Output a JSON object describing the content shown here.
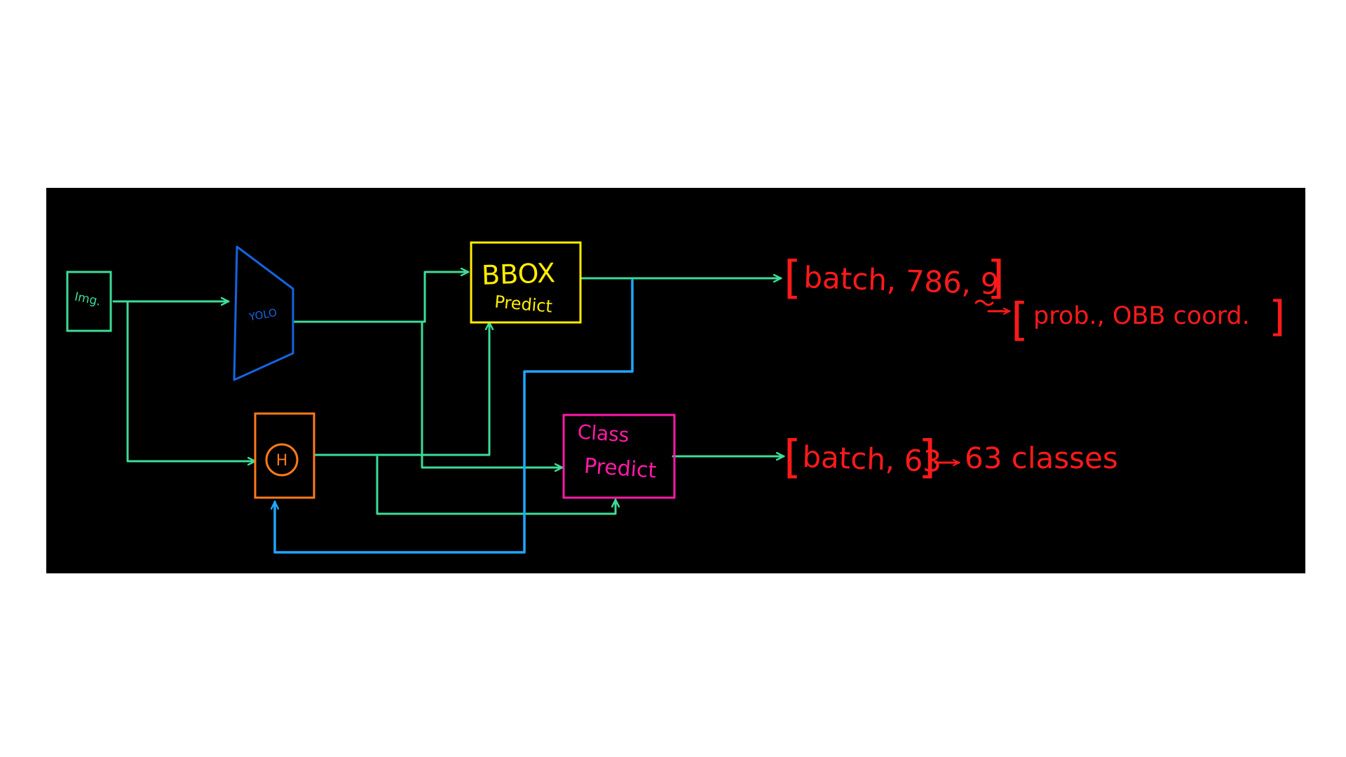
{
  "diagram": {
    "colors": {
      "background": "#000000",
      "page": "#ffffff",
      "flow": "#3ddc97",
      "feedback": "#1ea7ff",
      "yolo": "#1565e0",
      "bbox": "#ffee00",
      "class": "#ff1aa8",
      "hog": "#ff7a1a",
      "output": "#ff1a1a"
    },
    "nodes": {
      "img": {
        "label": "Img."
      },
      "yolo": {
        "label": "YOLO"
      },
      "h": {
        "label": "H"
      },
      "bbox": {
        "line1": "BBOX",
        "line2": "Predict"
      },
      "class": {
        "line1": "Class",
        "line2": "Predict"
      }
    },
    "outputs": {
      "bbox_shape": {
        "open": "[",
        "text": "batch, 786, 9",
        "close": "]"
      },
      "bbox_detail": {
        "open": "[",
        "text": "prob., OBB coord.",
        "close": "]"
      },
      "class_shape": {
        "open": "[",
        "text": "batch, 63",
        "close": "]"
      },
      "class_detail": {
        "text": "63 classes"
      }
    }
  }
}
